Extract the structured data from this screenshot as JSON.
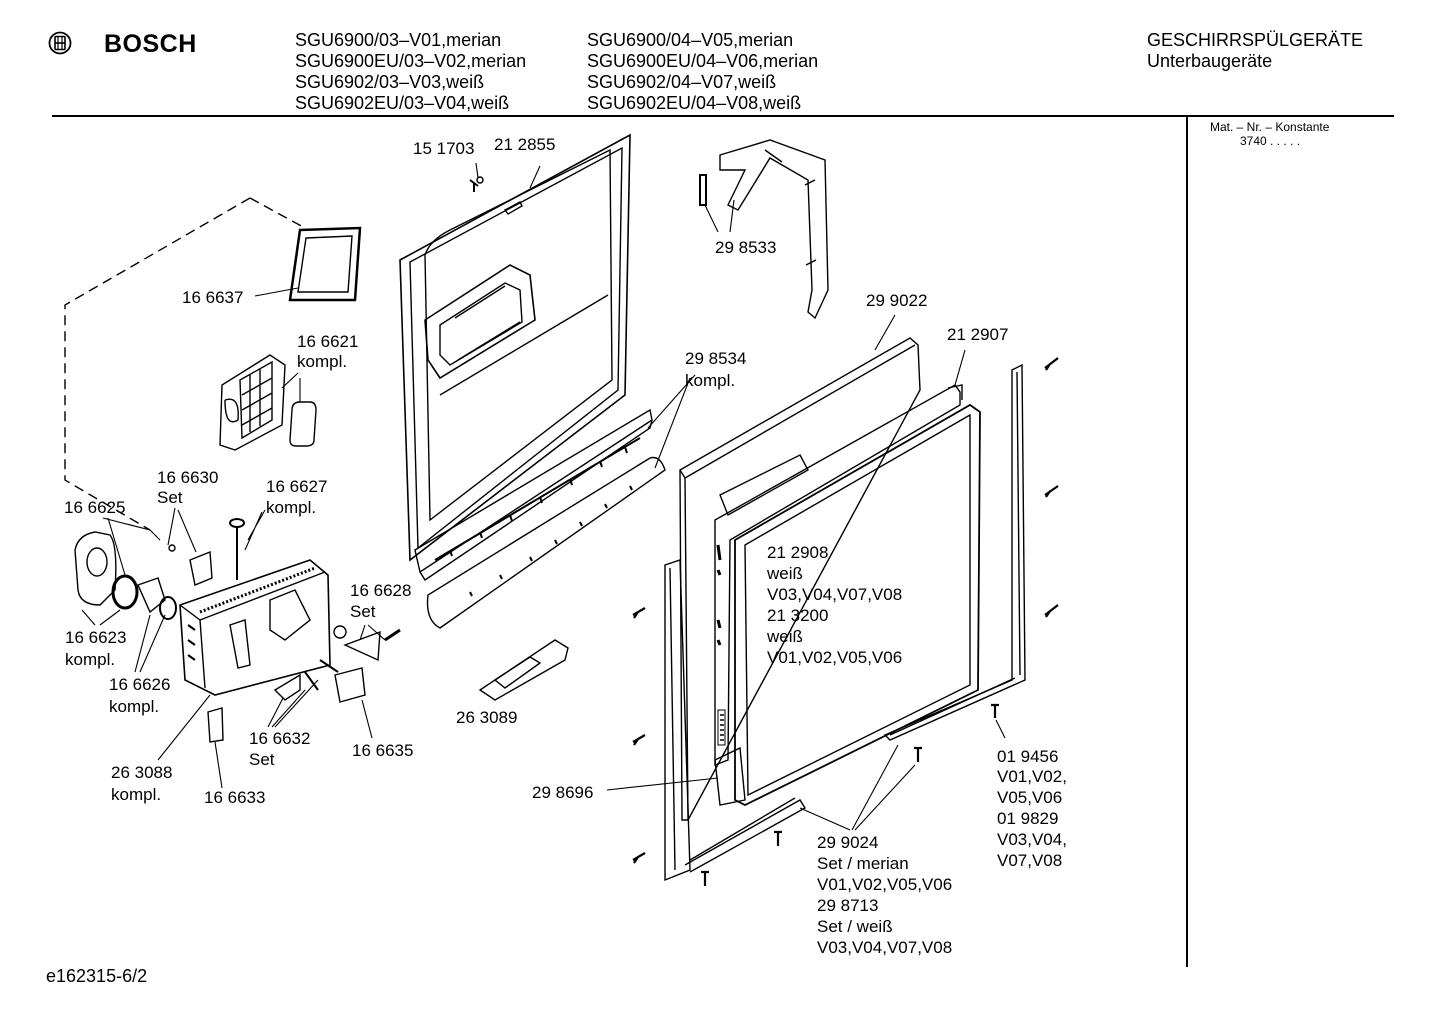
{
  "header": {
    "brand": "BOSCH",
    "models_col1": [
      "SGU6900/03–V01,merian",
      "SGU6900EU/03–V02,merian",
      "SGU6902/03–V03,weiß",
      "SGU6902EU/03–V04,weiß"
    ],
    "models_col2": [
      "SGU6900/04–V05,merian",
      "SGU6900EU/04–V06,merian",
      "SGU6902/04–V07,weiß",
      "SGU6902EU/04–V08,weiß"
    ],
    "category": "GESCHIRRSPÜLGERÄTE",
    "subcategory": "Unterbaugeräte"
  },
  "side_panel": {
    "label": "Mat. – Nr. – Konstante",
    "value": "3740  .   .   .   .   ."
  },
  "footer": {
    "code": "e162315-6/2"
  },
  "parts": {
    "p151703": "15 1703",
    "p212855": "21 2855",
    "p298533": "29 8533",
    "p166637": "16 6637",
    "p166621": "16 6621",
    "p166621_note": "kompl.",
    "p299022": "29 9022",
    "p212907": "21 2907",
    "p298534": "29 8534",
    "p298534_note": "kompl.",
    "p166630": "16 6630",
    "p166630_note": "Set",
    "p166627": "16 6627",
    "p166627_note": "kompl.",
    "p166625": "16 6625",
    "p166628": "16 6628",
    "p166628_note": "Set",
    "p166623": "16 6623",
    "p166623_note": "kompl.",
    "p166626": "16 6626",
    "p166626_note": "kompl.",
    "p263089": "26 3089",
    "p166632": "16 6632",
    "p166632_note": "Set",
    "p166635": "16 6635",
    "p263088": "26 3088",
    "p263088_note": "kompl.",
    "p166633": "16 6633",
    "p298696": "29 8696",
    "p212908": "21 2908",
    "p212908_l2": "weiß",
    "p212908_l3": "V03,V04,V07,V08",
    "p213200": "21 3200",
    "p213200_l2": "weiß",
    "p213200_l3": "V01,V02,V05,V06",
    "p019456": "01 9456",
    "p019456_l2": "V01,V02,",
    "p019456_l3": "V05,V06",
    "p019829": "01 9829",
    "p019829_l2": "V03,V04,",
    "p019829_l3": "V07,V08",
    "p299024": "29 9024",
    "p299024_l2": "Set / merian",
    "p299024_l3": "V01,V02,V05,V06",
    "p298713": "29 8713",
    "p298713_l2": "Set / weiß",
    "p298713_l3": "V03,V04,V07,V08"
  }
}
